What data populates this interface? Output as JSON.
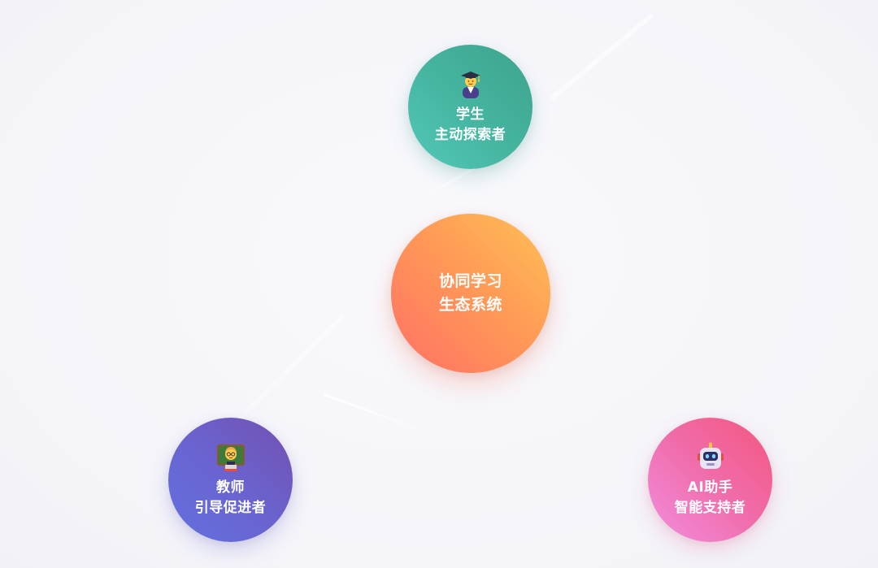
{
  "center": {
    "line1": "协同学习",
    "line2": "生态系统",
    "colors": [
      "#ffc156",
      "#ff9a56",
      "#ff7066"
    ]
  },
  "nodes": {
    "student": {
      "title": "学生",
      "subtitle": "主动探索者",
      "icon": "student-graduate-icon",
      "colors": [
        "#52c8b8",
        "#3ea38d"
      ]
    },
    "teacher": {
      "title": "教师",
      "subtitle": "引导促进者",
      "icon": "teacher-icon",
      "colors": [
        "#6271e0",
        "#7350b0"
      ]
    },
    "ai": {
      "title": "AI助手",
      "subtitle": "智能支持者",
      "icon": "robot-icon",
      "colors": [
        "#f28ee0",
        "#f4577f"
      ]
    }
  }
}
